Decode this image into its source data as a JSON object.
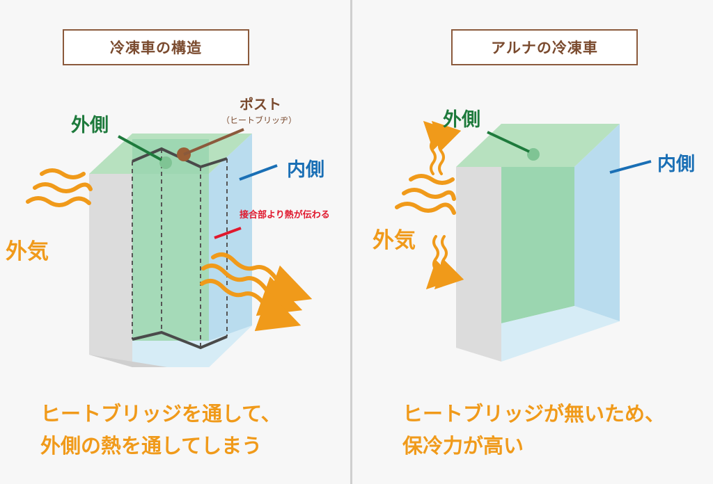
{
  "left": {
    "title": "冷凍車の構造",
    "outside_label": "外側",
    "inside_label": "内側",
    "outer_air_label": "外気",
    "post_label": "ポスト",
    "post_sub_label": "（ヒートブリッヂ）",
    "joint_label": "接合部より熱が伝わる",
    "caption_line1": "ヒートブリッジを通して、",
    "caption_line2": "外側の熱を通してしまう"
  },
  "right": {
    "title": "アルナの冷凍車",
    "outside_label": "外側",
    "inside_label": "内側",
    "outer_air_label": "外気",
    "caption_line1": "ヒートブリッジが無いため、",
    "caption_line2": "保冷力が高い"
  },
  "colors": {
    "orange": "#f09a1a",
    "green_label": "#1e7a3c",
    "blue_label": "#1a6fb5",
    "brown": "#8b5a3c",
    "red": "#e0182d",
    "green_panel": "#7fcf9c",
    "blue_panel": "#a7d3ea"
  }
}
